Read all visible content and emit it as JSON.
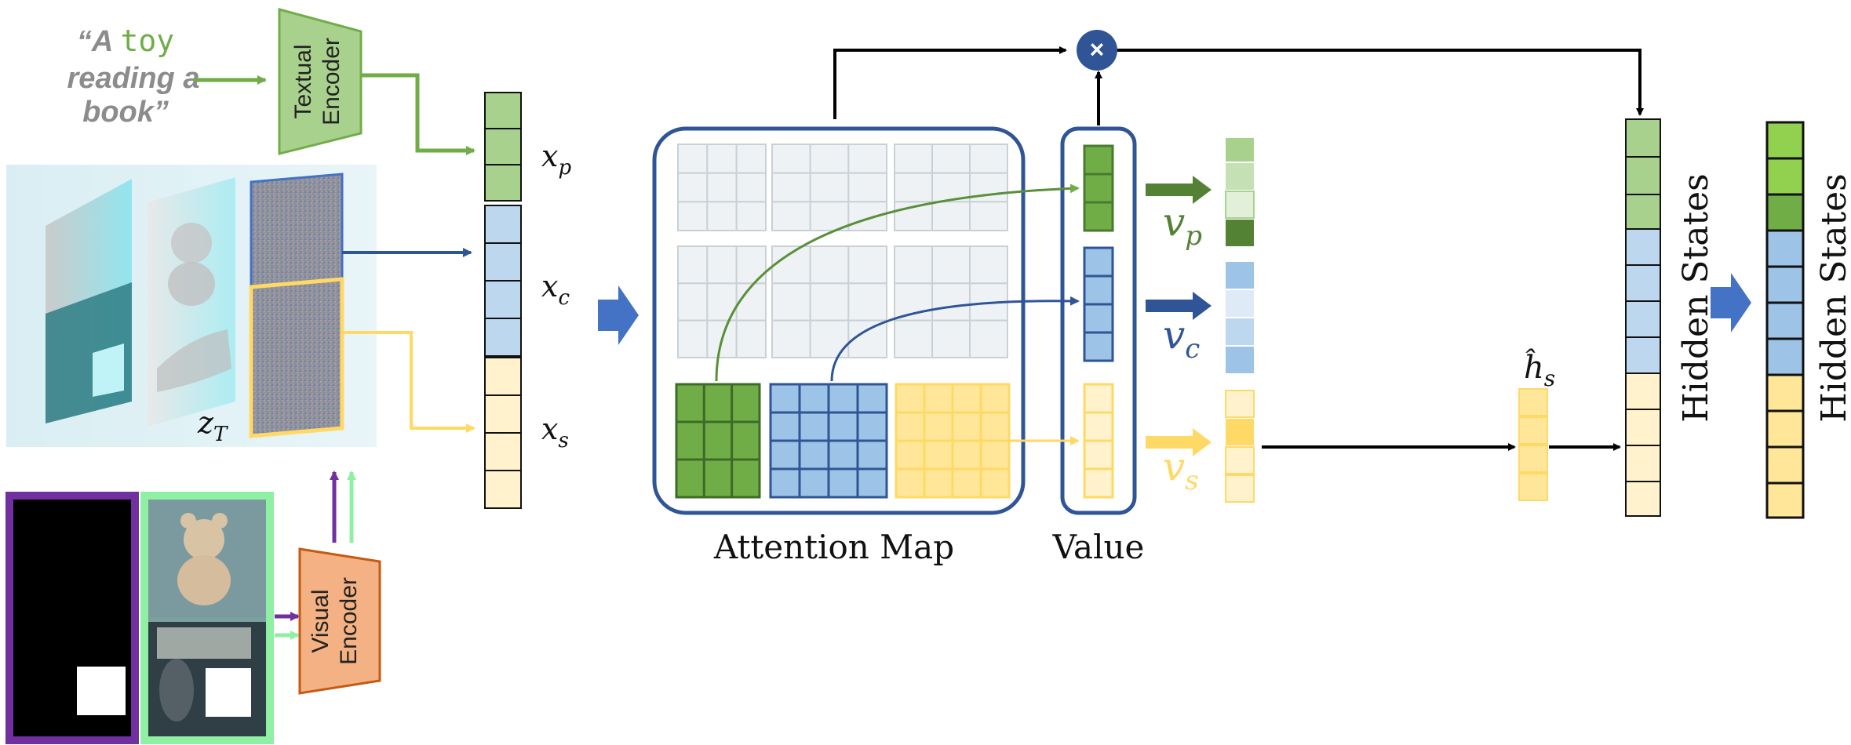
{
  "prompt": {
    "open_quote": "“A",
    "token": "toy",
    "line2": "reading a",
    "line3": "book”"
  },
  "textual_encoder": {
    "line1": "Textual",
    "line2": "Encoder"
  },
  "visual_encoder": {
    "line1": "Visual",
    "line2": "Encoder"
  },
  "latent": {
    "base": "z",
    "sub": "T"
  },
  "token_labels": {
    "xp": {
      "base": "x",
      "sub": "p"
    },
    "xc": {
      "base": "x",
      "sub": "c"
    },
    "xs": {
      "base": "x",
      "sub": "s"
    }
  },
  "value_labels": {
    "vp": {
      "base": "v",
      "sub": "p"
    },
    "vc": {
      "base": "v",
      "sub": "c"
    },
    "vs": {
      "base": "v",
      "sub": "s"
    }
  },
  "attention_map_label": "Attention Map",
  "value_label": "Value",
  "multiply_symbol": "×",
  "h_hat": {
    "base": "ĥ",
    "sub": "s"
  },
  "hidden_states_label_1": "Hidden States",
  "hidden_states_label_2": "Hidden States",
  "colors": {
    "green": "#5a8f3a",
    "green_light": "#a9d18e",
    "blue": "#2f5597",
    "blue_light": "#bdd7ee",
    "yellow": "#ffd966",
    "yellow_light": "#fff2cc",
    "purple": "#7030a0",
    "mint": "#8ff0a4",
    "orange": "#f4b183",
    "accent_blue": "#4472c4"
  }
}
